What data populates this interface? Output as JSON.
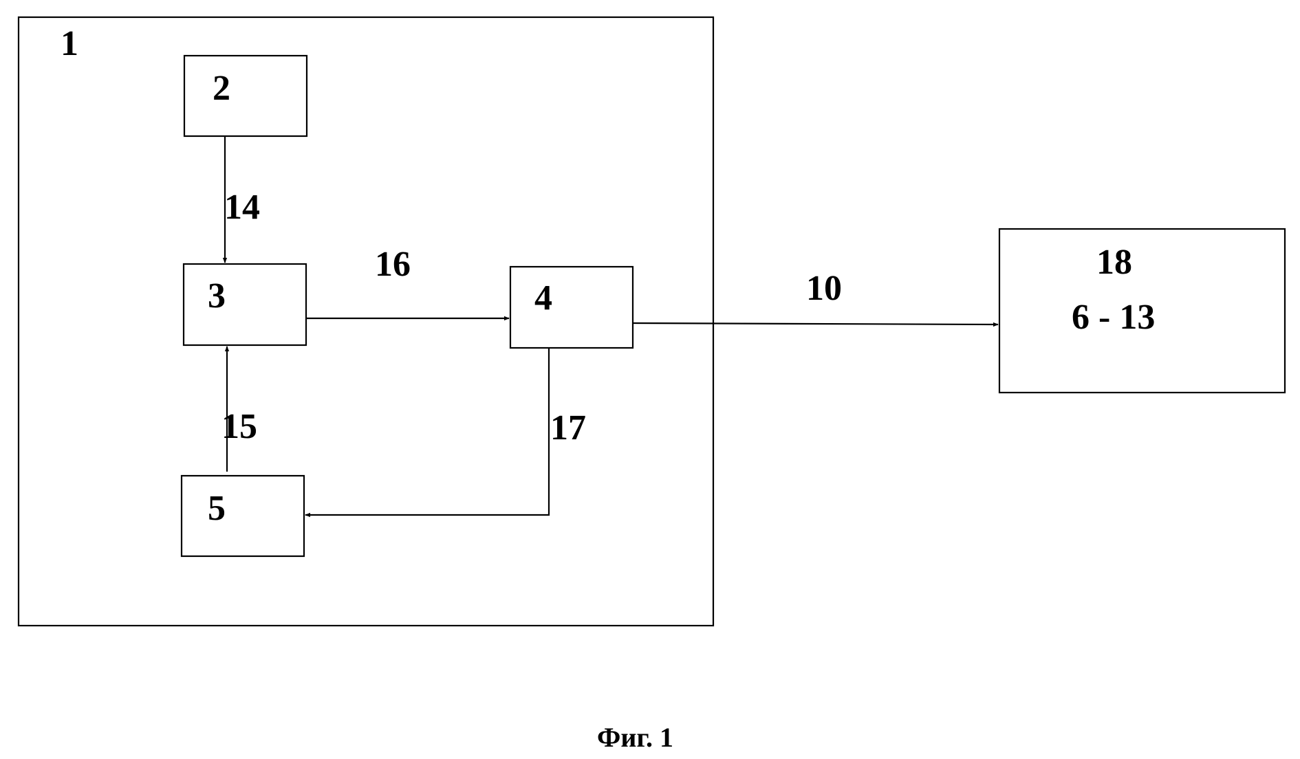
{
  "diagram": {
    "outer_label": "1",
    "blocks": {
      "b2": "2",
      "b3": "3",
      "b4": "4",
      "b5": "5",
      "b18_top": "18",
      "b18_bottom": "6 - 13"
    },
    "connections": {
      "c14": "14",
      "c15": "15",
      "c16": "16",
      "c17": "17",
      "c10": "10"
    },
    "caption": "Фиг. 1"
  }
}
